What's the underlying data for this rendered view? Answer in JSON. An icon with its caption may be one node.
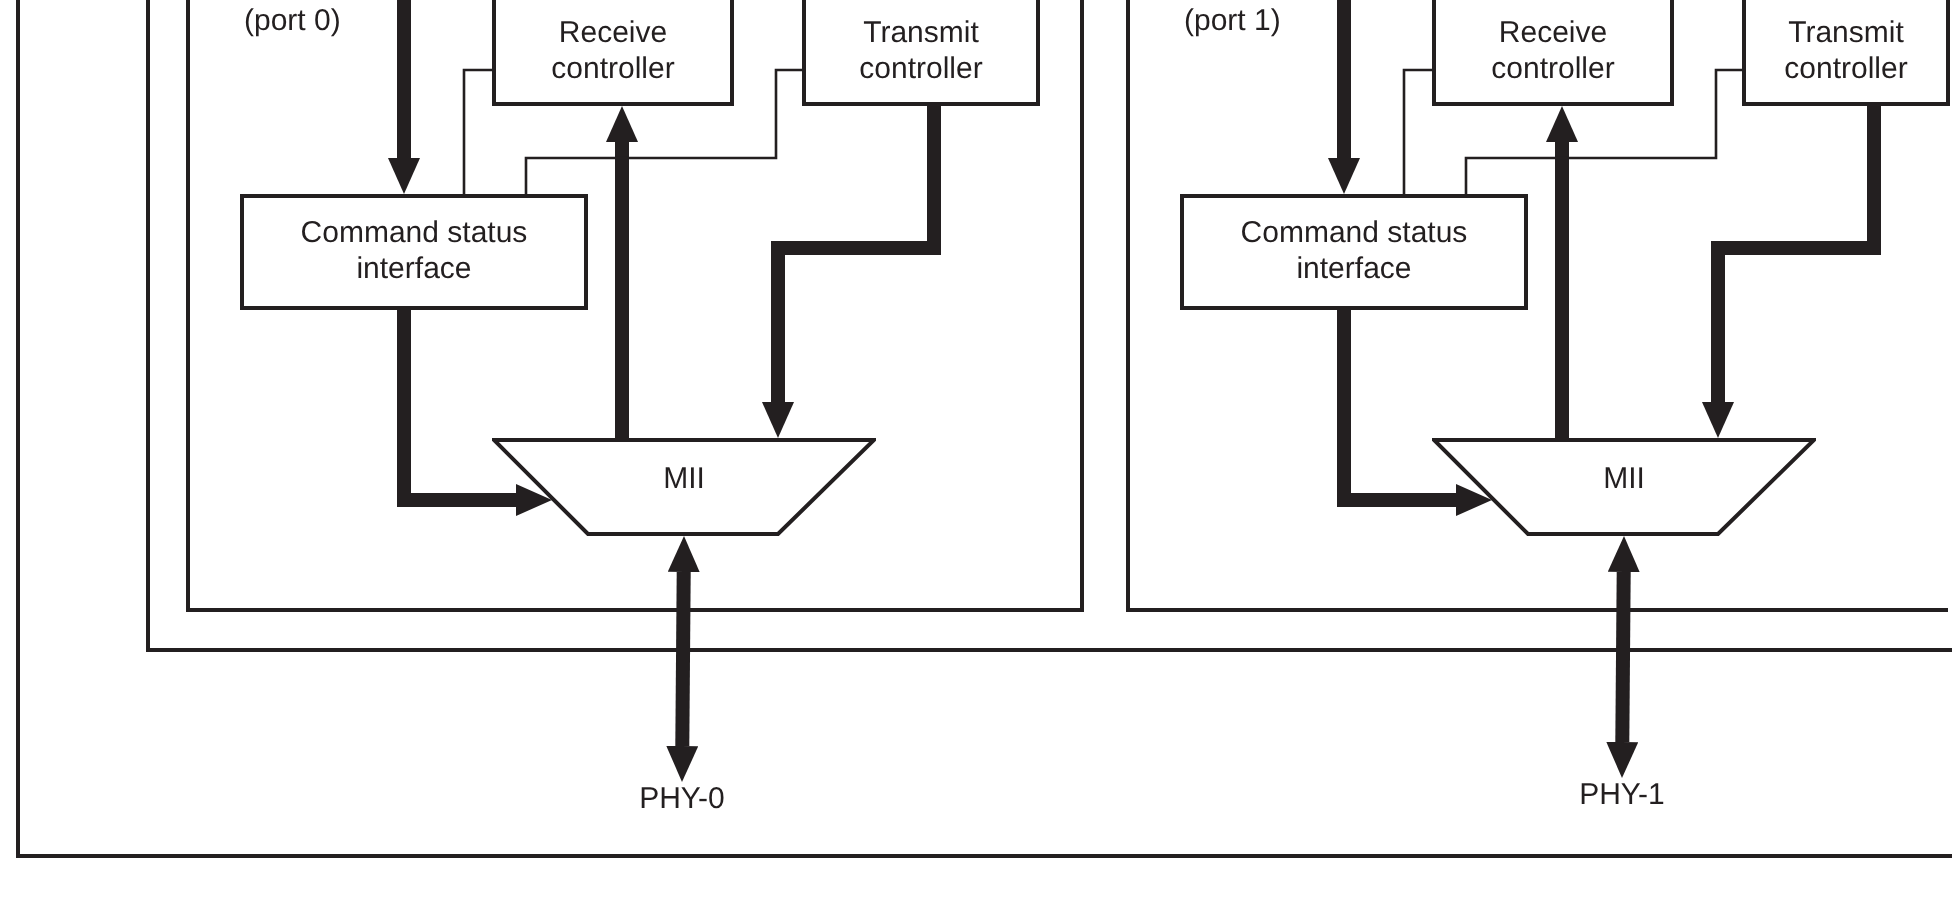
{
  "diagram": {
    "nodes": [
      {
        "text": [],
        "shape": "box"
      },
      {
        "text": [],
        "shape": "box",
        "in": 0
      },
      {
        "text": [
          "(port 0)"
        ],
        "in": 1
      },
      {
        "text": [
          "Receive controller"
        ],
        "in": 2
      },
      {
        "text": [
          "Transmit controller"
        ],
        "in": 2
      },
      {
        "text": [
          "Command status interface"
        ],
        "in": 2
      },
      {
        "text": [
          "MII"
        ],
        "in": 2
      },
      {
        "text": [
          "PHY-0"
        ],
        "in": 0
      },
      {
        "text": [
          "(port 1)"
        ],
        "in": 1
      },
      {
        "text": [
          "Receive controller"
        ],
        "in": 8
      },
      {
        "text": [
          "Transmit controller"
        ],
        "in": 8
      },
      {
        "text": [
          "Command status interface"
        ],
        "in": 8
      },
      {
        "text": [
          "MII"
        ],
        "in": 8
      },
      {
        "text": [
          "PHY-1"
        ],
        "in": 0
      }
    ],
    "edges": [
      {
        "from": null,
        "to": 5,
        "arrow": "to"
      },
      {
        "from": 5,
        "to": 6,
        "arrow": "to"
      },
      {
        "from": 6,
        "to": 3,
        "arrow": "to"
      },
      {
        "from": 4,
        "to": 6,
        "arrow": "to"
      },
      {
        "from": 5,
        "to": 3,
        "arrow": "none"
      },
      {
        "from": 5,
        "to": 4,
        "arrow": "none"
      },
      {
        "from": 6,
        "to": 7,
        "arrow": "both"
      },
      {
        "from": null,
        "to": 11,
        "arrow": "to"
      },
      {
        "from": 11,
        "to": 12,
        "arrow": "to"
      },
      {
        "from": 12,
        "to": 9,
        "arrow": "to"
      },
      {
        "from": 10,
        "to": 12,
        "arrow": "to"
      },
      {
        "from": 11,
        "to": 9,
        "arrow": "none"
      },
      {
        "from": 11,
        "to": 10,
        "arrow": "none"
      },
      {
        "from": 12,
        "to": 13,
        "arrow": "both"
      }
    ]
  }
}
